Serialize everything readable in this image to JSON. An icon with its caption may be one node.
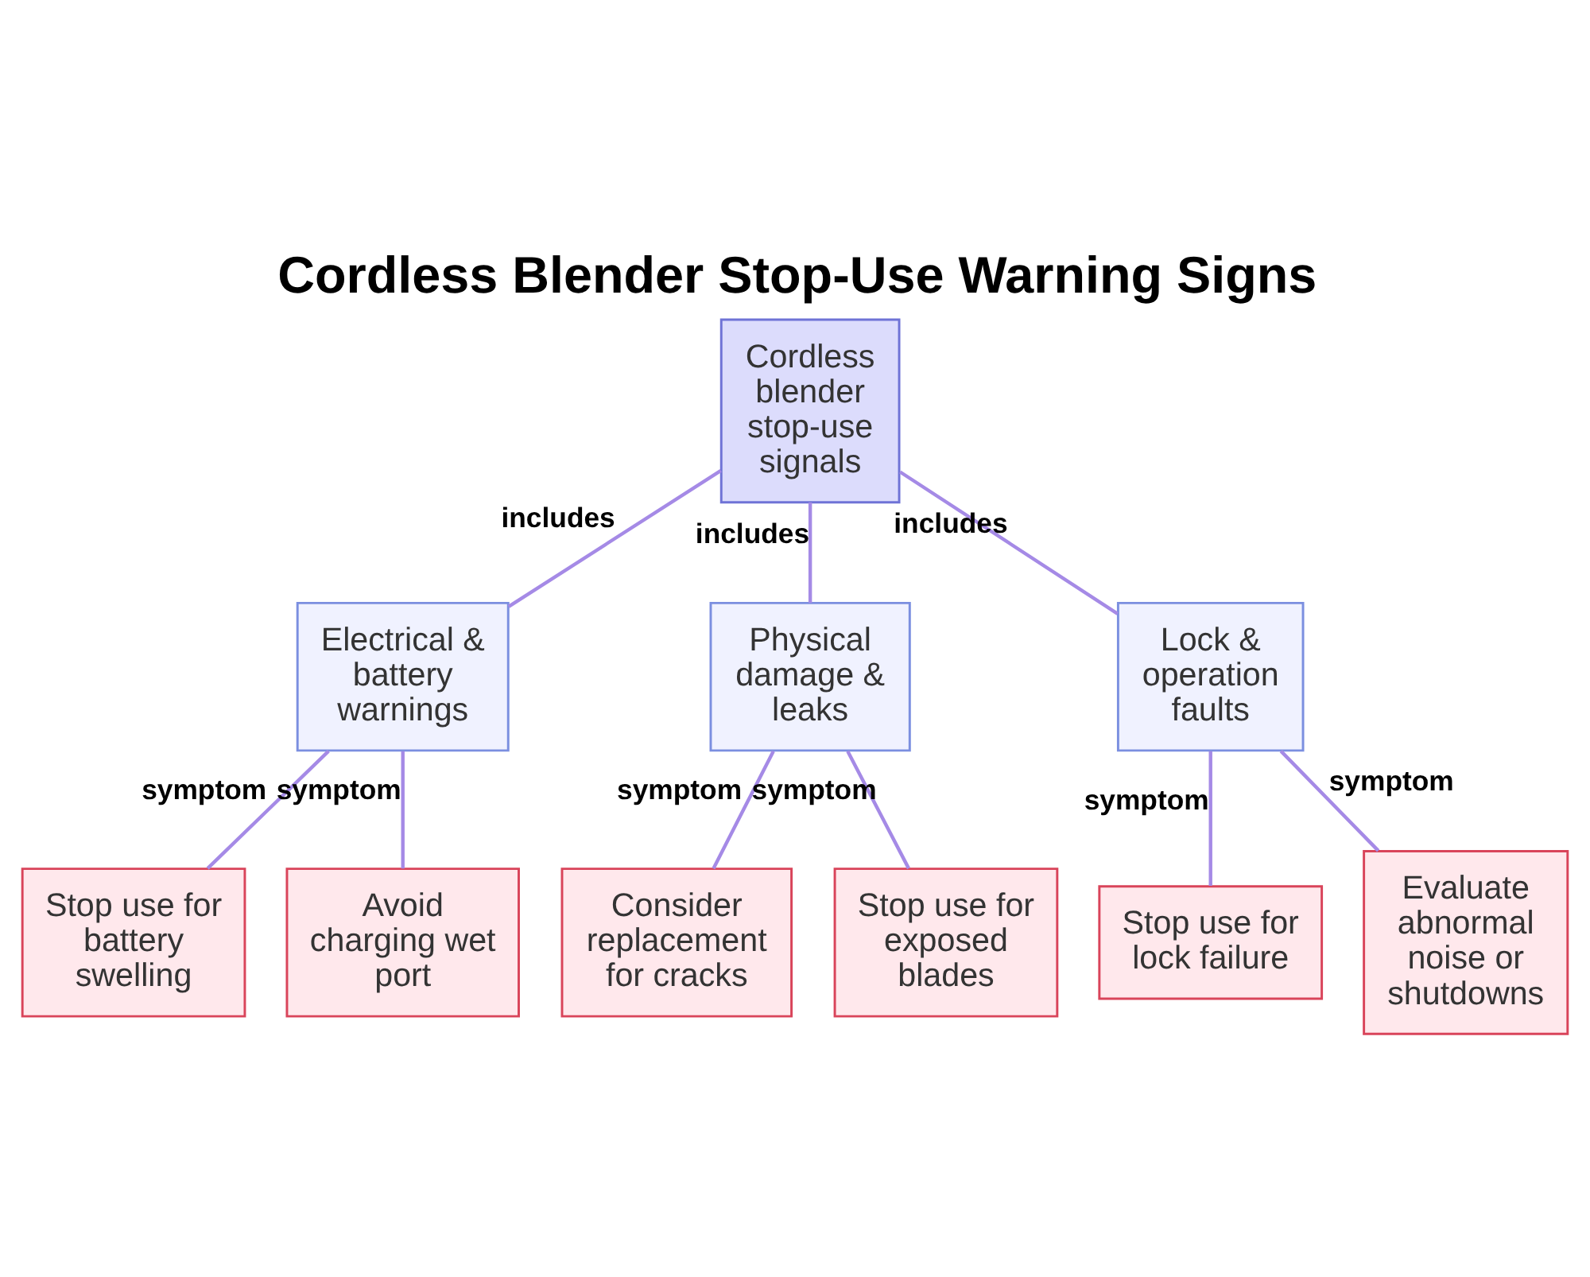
{
  "diagram": {
    "title": "Cordless Blender Stop-Use Warning Signs",
    "nodes": [
      {
        "text": [
          "Cordless blender stop-use signals"
        ]
      },
      {
        "text": [
          "Electrical & battery warnings"
        ]
      },
      {
        "text": [
          "Physical damage & leaks"
        ]
      },
      {
        "text": [
          "Lock & operation faults"
        ]
      },
      {
        "text": [
          "Stop use for battery swelling"
        ]
      },
      {
        "text": [
          "Avoid charging wet port"
        ]
      },
      {
        "text": [
          "Consider replacement for cracks"
        ]
      },
      {
        "text": [
          "Stop use for exposed blades"
        ]
      },
      {
        "text": [
          "Stop use for lock failure"
        ]
      },
      {
        "text": [
          "Evaluate abnormal noise or shutdowns"
        ]
      }
    ],
    "edges": [
      {
        "from": 0,
        "to": 1,
        "arrow": "none",
        "label": "includes"
      },
      {
        "from": 0,
        "to": 2,
        "arrow": "none",
        "label": "includes"
      },
      {
        "from": 0,
        "to": 3,
        "arrow": "none",
        "label": "includes"
      },
      {
        "from": 1,
        "to": 4,
        "arrow": "none",
        "label": "symptom"
      },
      {
        "from": 1,
        "to": 5,
        "arrow": "none",
        "label": "symptom"
      },
      {
        "from": 2,
        "to": 6,
        "arrow": "none",
        "label": "symptom"
      },
      {
        "from": 2,
        "to": 7,
        "arrow": "none",
        "label": "symptom"
      },
      {
        "from": 3,
        "to": 8,
        "arrow": "none",
        "label": "symptom"
      },
      {
        "from": 3,
        "to": 9,
        "arrow": "none",
        "label": "symptom"
      }
    ]
  }
}
